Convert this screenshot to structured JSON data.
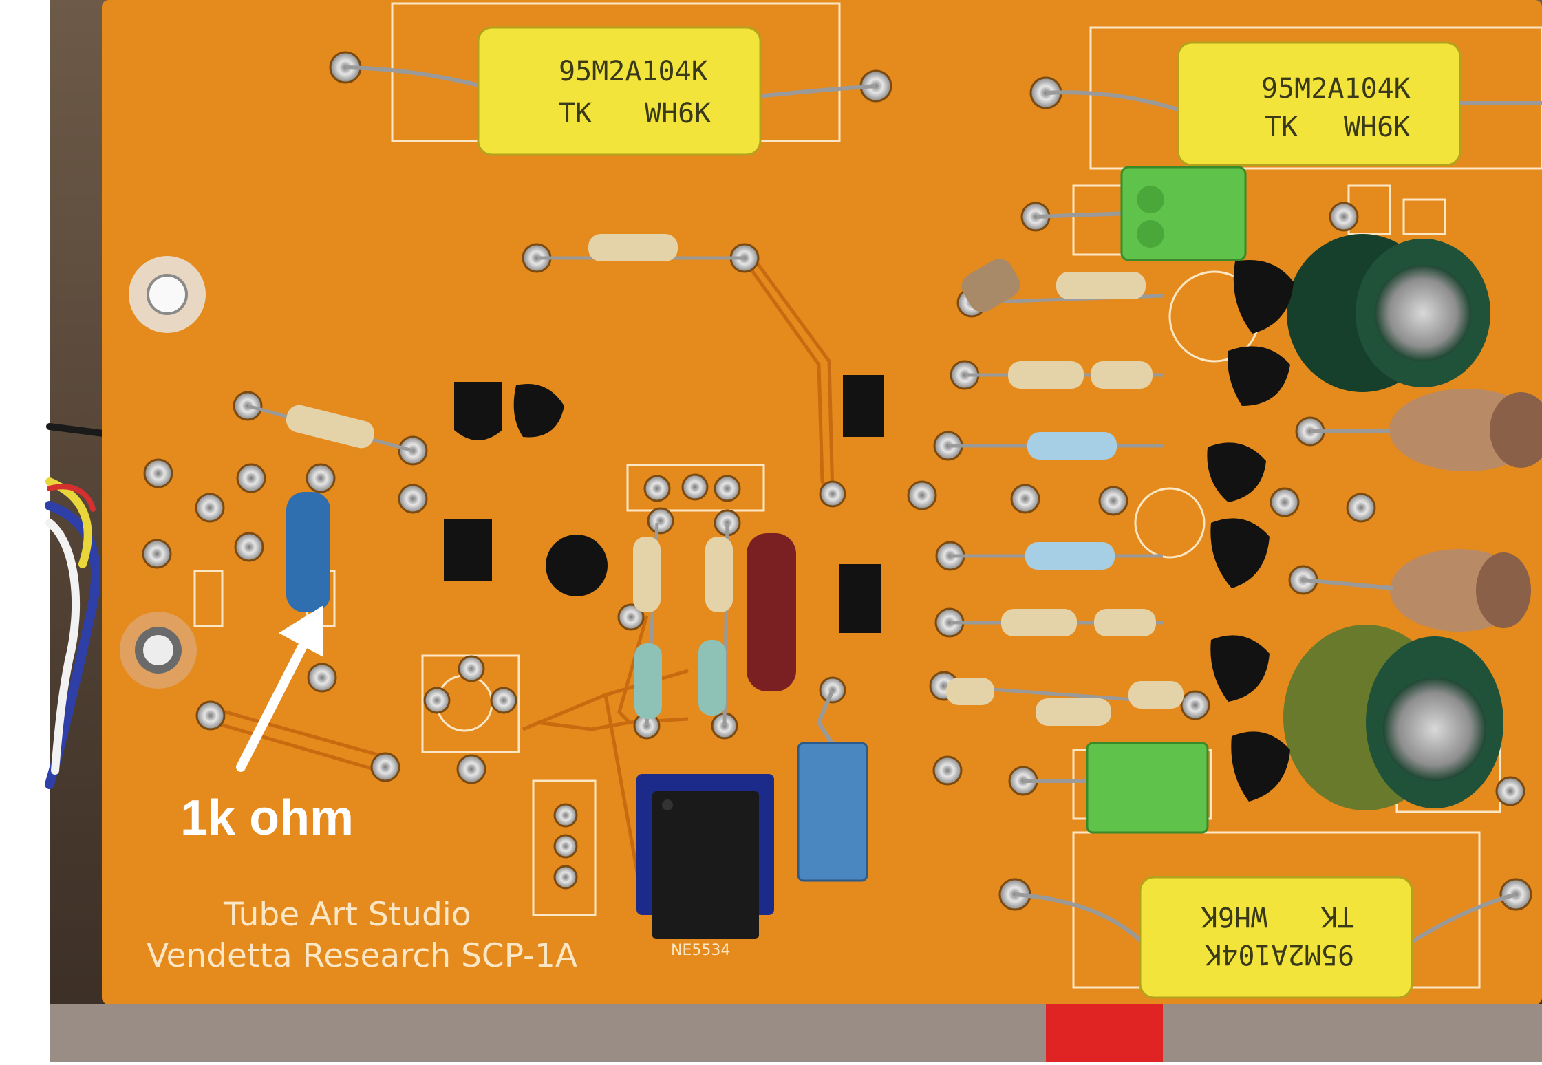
{
  "photo": {
    "annotation": {
      "label": "1k ohm",
      "color": "#ffffff"
    },
    "silkscreen": {
      "line1": "Tube Art Studio",
      "line2": "Vendetta Research SCP-1A",
      "ic_label": "NE5534"
    },
    "capacitor_markings": {
      "line1": "95M2A104K",
      "line2_left": "TK",
      "line2_right": "WH6K"
    },
    "colors": {
      "pcb_orange": "#e58a1c",
      "silkscreen": "#fbe7c6",
      "solder_pad": "#b8b8b8",
      "film_cap_yellow": "#f2e43a",
      "box_cap_green": "#5fc24a",
      "box_cap_blue": "#4a86c0",
      "electrolytic_green": "#17402c",
      "red_tab": "#e02323"
    }
  }
}
